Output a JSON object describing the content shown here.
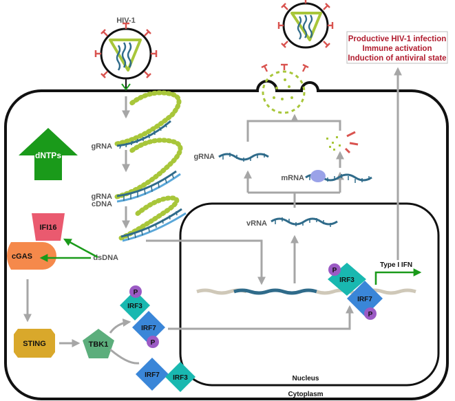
{
  "labels": {
    "hiv1": "HIV-1",
    "dntps": "dNTPs",
    "grna": "gRNA",
    "grna2": "gRNA",
    "cdna": "cDNA",
    "dsdna": "dsDNA",
    "ifi16": "IFI16",
    "cgas": "cGAS",
    "sting": "STING",
    "tbk1": "TBK1",
    "irf3": "IRF3",
    "irf7": "IRF7",
    "p": "P",
    "vrna": "vRNA",
    "grna_out": "gRNA",
    "mrna": "mRNA",
    "type1ifn": "Type I IFN",
    "nucleus": "Nucleus",
    "cytoplasm": "Cytoplasm"
  },
  "outcomes": [
    "Productive HIV-1 infection",
    "Immune activation",
    "Induction of antiviral state"
  ],
  "colors": {
    "rna_blue": "#2f6b8a",
    "cdna_blue": "#5aa7d8",
    "capsid_green": "#a8c63a",
    "spike_red": "#d9534f",
    "ifi16": "#ea5a6f",
    "cgas": "#f5894b",
    "sting": "#d9a82b",
    "tbk1": "#5cae7c",
    "irf3": "#19b8b0",
    "irf7": "#3a86d8",
    "phospho": "#9b5ac4",
    "outcome_text": "#b01c2e",
    "arrow_grey": "#a6a6a6",
    "arrow_green": "#1a9a1a"
  }
}
